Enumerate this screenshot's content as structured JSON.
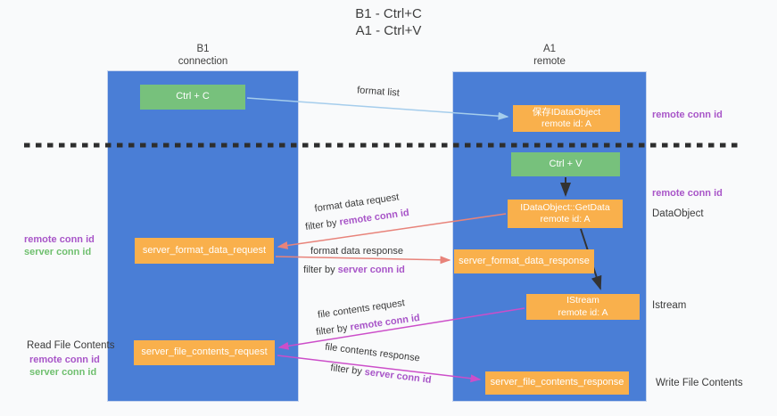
{
  "title": {
    "line1": "B1 - Ctrl+C",
    "line2": "A1 - Ctrl+V"
  },
  "lanes": {
    "left": {
      "name": "B1",
      "sub": "connection"
    },
    "right": {
      "name": "A1",
      "sub": "remote"
    }
  },
  "nodes": {
    "ctrl_c": "Ctrl + C",
    "ctrl_v": "Ctrl + V",
    "save_dataobject": {
      "line1": "保存IDataObject",
      "line2": "remote id: A"
    },
    "getdata": {
      "line1": "IDataObject::GetData",
      "line2": "remote id: A"
    },
    "istream": {
      "line1": "IStream",
      "line2": "remote id: A"
    },
    "format_request": "server_format_data_request",
    "format_response": "server_format_data_response",
    "file_request": "server_file_contents_request",
    "file_response": "server_file_contents_response"
  },
  "labels": {
    "format_list": "format list",
    "format_data_request": "format data request",
    "format_data_response": "format data response",
    "file_contents_request": "file contents request",
    "file_contents_response": "file contents response",
    "filter_by": "filter by",
    "remote_conn_id": "remote conn id",
    "server_conn_id": "server conn id"
  },
  "annotations": {
    "top_right_remote_conn_id": "remote conn id",
    "mid_right_remote_conn_id": "remote conn id",
    "dataobject": "DataObject",
    "istream": "Istream",
    "write_file_contents": "Write File Contents",
    "read_file_contents": "Read File Contents",
    "left_mid_remote_conn_id": "remote conn id",
    "left_mid_server_conn_id": "server conn id",
    "left_bottom_remote_conn_id": "remote conn id",
    "left_bottom_server_conn_id": "server conn id"
  },
  "colors": {
    "lane_blue": "#4a7ed6",
    "box_orange": "#f9b04c",
    "box_green": "#77c17c",
    "arrow_light_blue": "#a5cdec",
    "arrow_salmon": "#e8837a",
    "arrow_magenta": "#cc4ec9",
    "arrow_black": "#333333",
    "text_purple": "#a855c8",
    "text_green": "#6fbf6e",
    "separator_dark": "#2e2e2e"
  }
}
